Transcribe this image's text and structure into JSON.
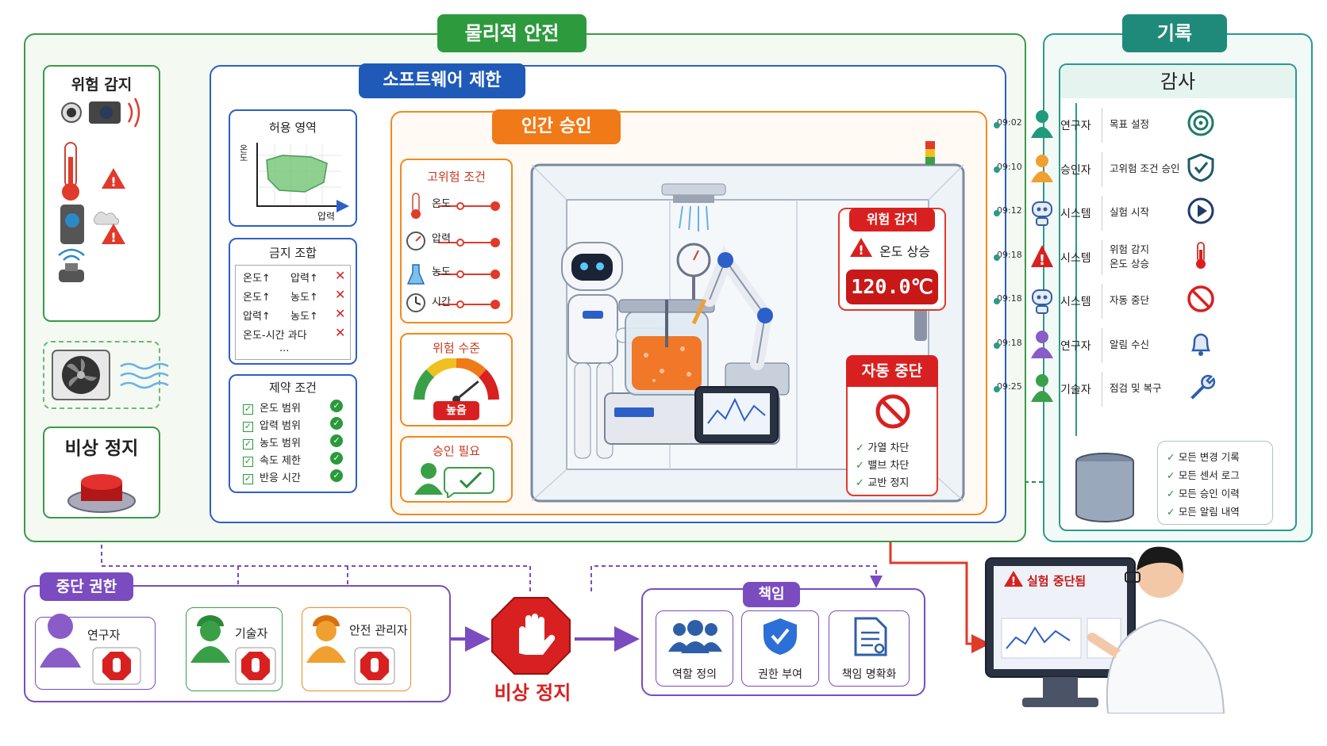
{
  "physical": {
    "title": "물리적 안전"
  },
  "hazard_detect": {
    "title": "위험 감지"
  },
  "emergency_stop_box": {
    "title": "비상 정지"
  },
  "software": {
    "title": "소프트웨어 제한"
  },
  "allowed_region": {
    "title": "허용 영역",
    "ylabel": "온도",
    "xlabel": "압력"
  },
  "forbidden": {
    "title": "금지 조합",
    "rows": [
      {
        "a": "온도↑",
        "b": "압력↑"
      },
      {
        "a": "온도↑",
        "b": "농도↑"
      },
      {
        "a": "압력↑",
        "b": "농도↑"
      },
      {
        "a": "온도-시간 과다",
        "b": ""
      }
    ],
    "more": "..."
  },
  "constraints": {
    "title": "제약 조건",
    "items": [
      "온도 범위",
      "압력 범위",
      "농도 범위",
      "속도 제한",
      "반응 시간"
    ]
  },
  "human_approval": {
    "title": "인간 승인"
  },
  "high_risk": {
    "title": "고위험 조건",
    "items": [
      "온도",
      "압력",
      "농도",
      "시간"
    ]
  },
  "risk_level": {
    "title": "위험 수준",
    "value_label": "높음",
    "level": 0.78
  },
  "approval_needed": {
    "title": "승인 필요"
  },
  "alert": {
    "title": "위험 감지",
    "message": "온도 상승",
    "reading": "120.0℃"
  },
  "auto_stop": {
    "title": "자동 중단",
    "items": [
      "가열 차단",
      "밸브 차단",
      "교반 정지"
    ]
  },
  "record": {
    "title": "기록"
  },
  "audit": {
    "title": "감사",
    "entries": [
      {
        "time": "09:02",
        "who": "연구자",
        "action": "목표 설정",
        "avatar_color": "#1f9a7a",
        "icon": "target-icon"
      },
      {
        "time": "09:10",
        "who": "승인자",
        "action": "고위험 조건 승인",
        "avatar_color": "#f0a030",
        "icon": "shield-check-icon"
      },
      {
        "time": "09:12",
        "who": "시스템",
        "action": "실험 시작",
        "avatar_color": "#2d5fa8",
        "icon": "play-icon"
      },
      {
        "time": "09:18",
        "who": "시스템",
        "action": "위험 감지",
        "action2": "온도 상승",
        "avatar_color": "#d92020",
        "icon": "thermometer-icon"
      },
      {
        "time": "09:18",
        "who": "시스템",
        "action": "자동 중단",
        "avatar_color": "#2d5fa8",
        "icon": "prohibited-icon"
      },
      {
        "time": "09:18",
        "who": "연구자",
        "action": "알림 수신",
        "avatar_color": "#8a5cc8",
        "icon": "bell-icon"
      },
      {
        "time": "09:25",
        "who": "기술자",
        "action": "점검 및 복구",
        "avatar_color": "#3aa048",
        "icon": "wrench-icon"
      }
    ],
    "db_items": [
      "모든 변경 기록",
      "모든 센서 로그",
      "모든 승인 이력",
      "모든 알림 내역"
    ]
  },
  "stop_authority": {
    "title": "중단 권한",
    "roles": [
      {
        "name": "연구자",
        "color": "#8a5cc8"
      },
      {
        "name": "기술자",
        "color": "#3aa048"
      },
      {
        "name": "안전 관리자",
        "color": "#f08a20"
      }
    ]
  },
  "emergency_stop": {
    "label": "비상 정지"
  },
  "responsibility": {
    "title": "책임",
    "items": [
      "역할 정의",
      "권한 부여",
      "책임 명확화"
    ]
  },
  "monitor": {
    "message": "실험 중단됨"
  }
}
